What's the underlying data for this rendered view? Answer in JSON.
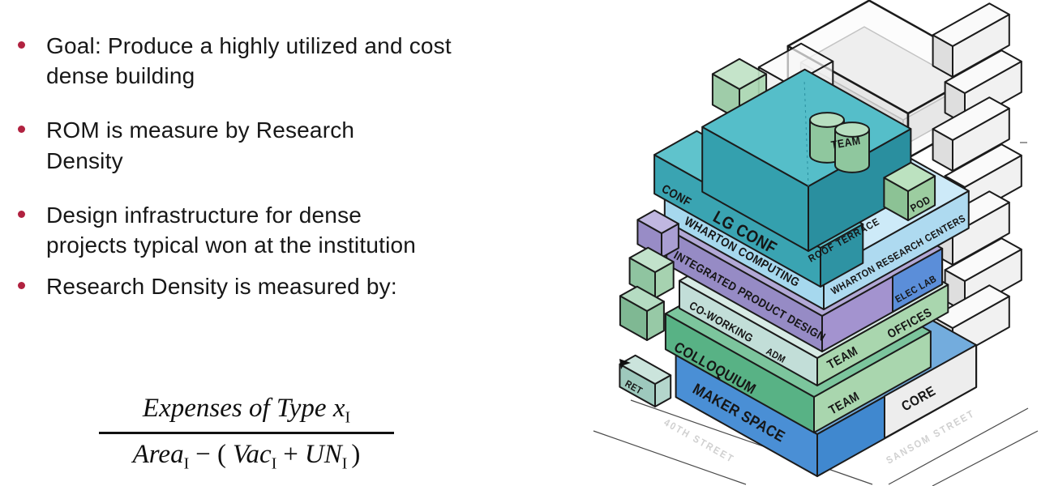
{
  "slide": {
    "bullets": [
      "Goal: Produce a highly utilized and cost dense building",
      "ROM is measure by Research Density",
      "Design infrastructure for dense projects typical won at the institution",
      "Research Density is measured by:"
    ],
    "formula": {
      "num": "Expenses of Type x",
      "sub": "I",
      "area": "Area",
      "minus_open": "− (",
      "vac": "Vac",
      "plus": "+",
      "un": "UN",
      "close": ")"
    }
  },
  "diagram": {
    "labels": {
      "conf": "CONF",
      "lg_conf": "LG CONF",
      "team_top": "TEAM",
      "pod": "POD",
      "roof_terrace": "ROOF TERRACE",
      "wharton_research_centers": "WHARTON RESEARCH CENTERS",
      "wharton_computing": "WHARTON COMPUTING",
      "integrated_product_design": "INTEGRATED PRODUCT DESIGN",
      "elec_lab": "ELEC LAB",
      "co_working": "CO-WORKING",
      "admin": "ADM",
      "team_mid": "TEAM",
      "offices": "OFFICES",
      "colloquium": "COLLOQUIUM",
      "retail": "RET",
      "team_low": "TEAM",
      "core": "CORE",
      "maker_space": "MAKER SPACE",
      "street_left": "40TH STREET",
      "street_right": "SANSOM STREET"
    },
    "colors": {
      "bullet_accent": "#b12240",
      "teal": "#3aa4b2",
      "light_blue": "#a6d8ee",
      "purple": "#968bc5",
      "green": "#58b285",
      "light_green": "#a9d6ae",
      "pale_teal": "#c2ded8",
      "maker_blue": "#4a8fd5",
      "elec_blue": "#5b8ed9",
      "pod_green": "#9ccda0",
      "core_white": "#ededed",
      "street_gray": "#d0d0d0",
      "ink": "#1b1b1b"
    }
  }
}
